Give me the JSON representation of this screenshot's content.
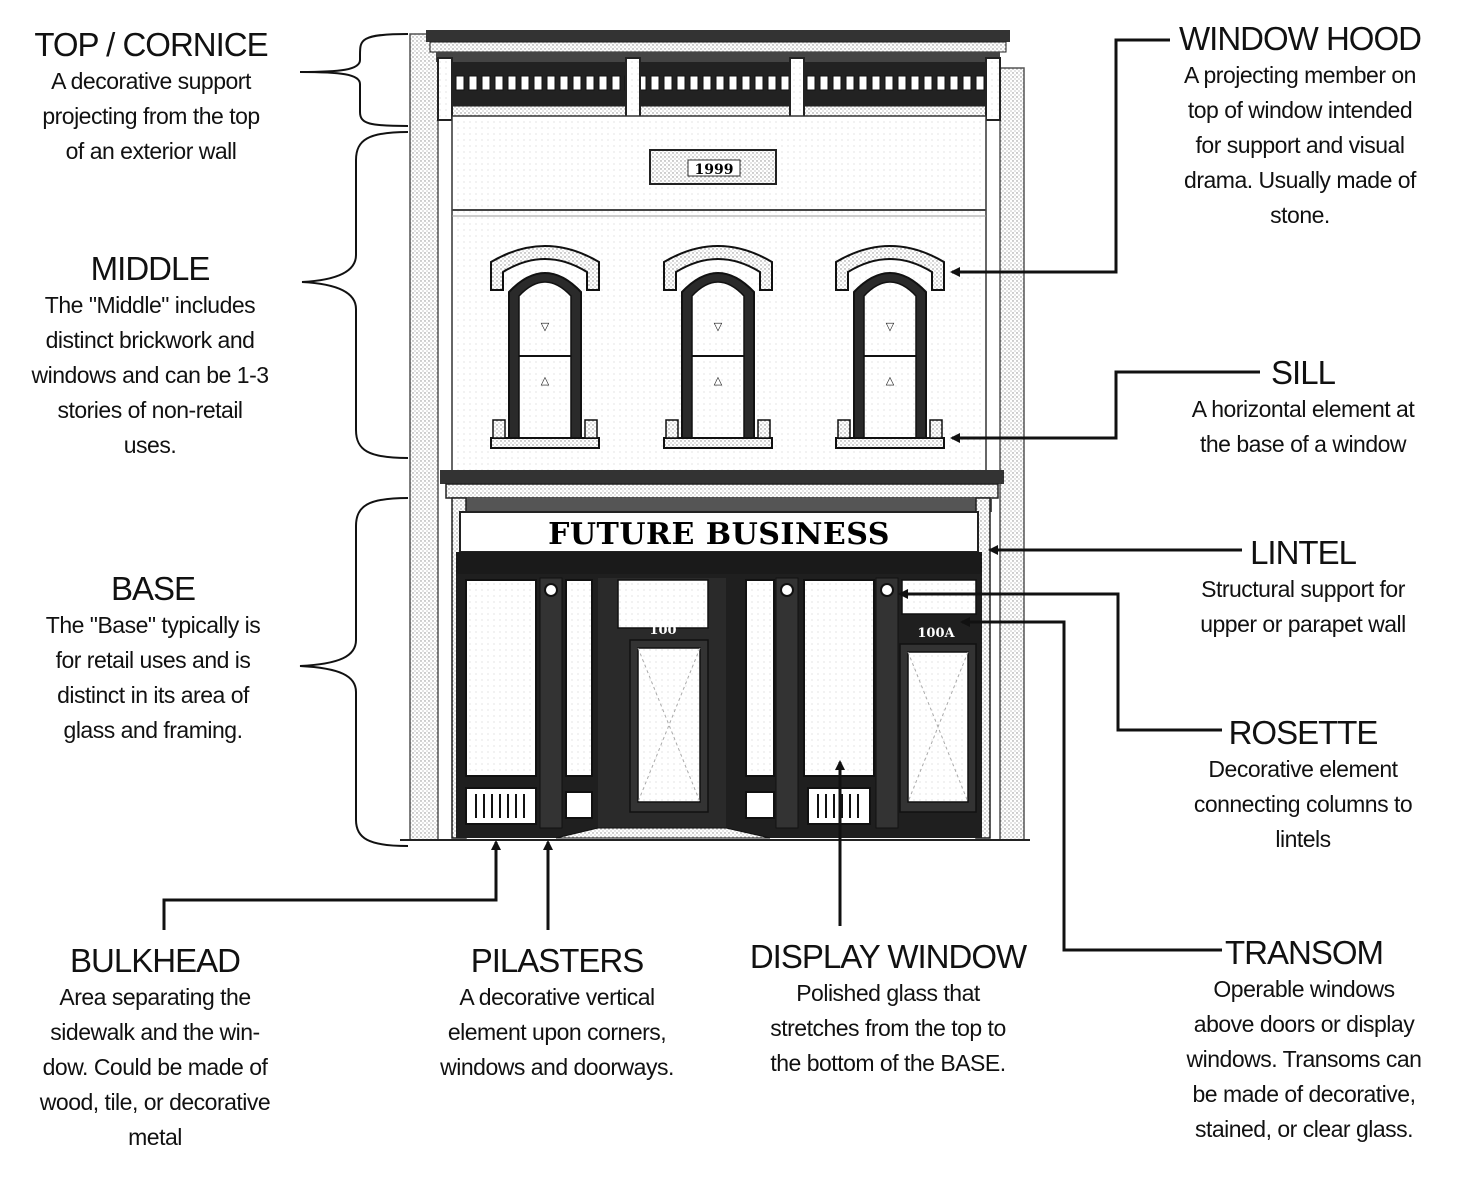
{
  "building": {
    "sign": "FUTURE BUSINESS",
    "top_number": "1999",
    "door_left_number": "100",
    "door_right_number": "100A"
  },
  "labels": {
    "top_cornice": {
      "title": "TOP / CORNICE",
      "desc": "A decorative support\nprojecting from the top\nof an exterior wall"
    },
    "middle": {
      "title": "MIDDLE",
      "desc": "The \"Middle\" includes\ndistinct brickwork and\nwindows and can be 1-3\nstories of non-retail\nuses."
    },
    "base": {
      "title": "BASE",
      "desc": "The \"Base\" typically is\nfor retail uses and is\ndistinct in its area of\nglass and framing."
    },
    "bulkhead": {
      "title": "BULKHEAD",
      "desc": "Area separating the\nsidewalk and the win-\ndow. Could be made of\nwood, tile, or decorative\nmetal"
    },
    "pilasters": {
      "title": "PILASTERS",
      "desc": "A decorative vertical\nelement upon corners,\nwindows and doorways."
    },
    "display_window": {
      "title": "DISPLAY WINDOW",
      "desc": "Polished glass that\nstretches from the top to\nthe bottom of the BASE."
    },
    "window_hood": {
      "title": "WINDOW HOOD",
      "desc": "A projecting member on\ntop of window intended\nfor support and visual\ndrama. Usually made of\nstone."
    },
    "sill": {
      "title": "SILL",
      "desc": "A horizontal element at\nthe base of a window"
    },
    "lintel": {
      "title": "LINTEL",
      "desc": "Structural support for\nupper or parapet wall"
    },
    "rosette": {
      "title": "ROSETTE",
      "desc": "Decorative element\nconnecting columns to\nlintels"
    },
    "transom": {
      "title": "TRANSOM",
      "desc": "Operable windows\nabove doors or display\nwindows. Transoms can\nbe made of decorative,\nstained, or clear glass."
    }
  }
}
